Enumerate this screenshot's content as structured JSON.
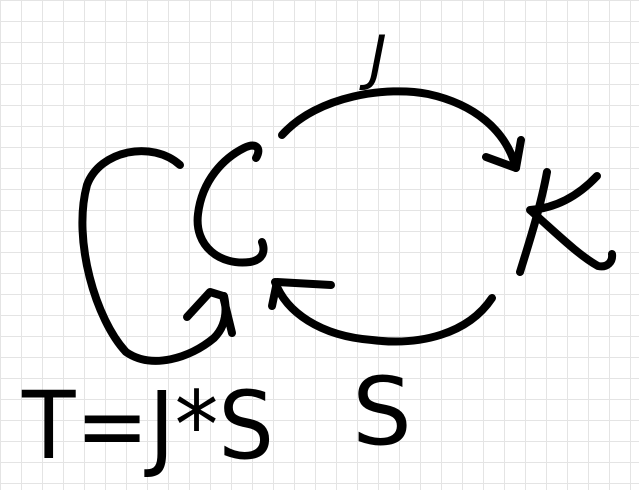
{
  "diagram": {
    "nodes": {
      "source": "C",
      "target": "K"
    },
    "arrows": {
      "top": "J",
      "bottom": "S"
    },
    "formula": "T=J*S",
    "ink_color": "#000000",
    "grid_color": "#e4e4e4",
    "background_color": "#ffffff"
  }
}
